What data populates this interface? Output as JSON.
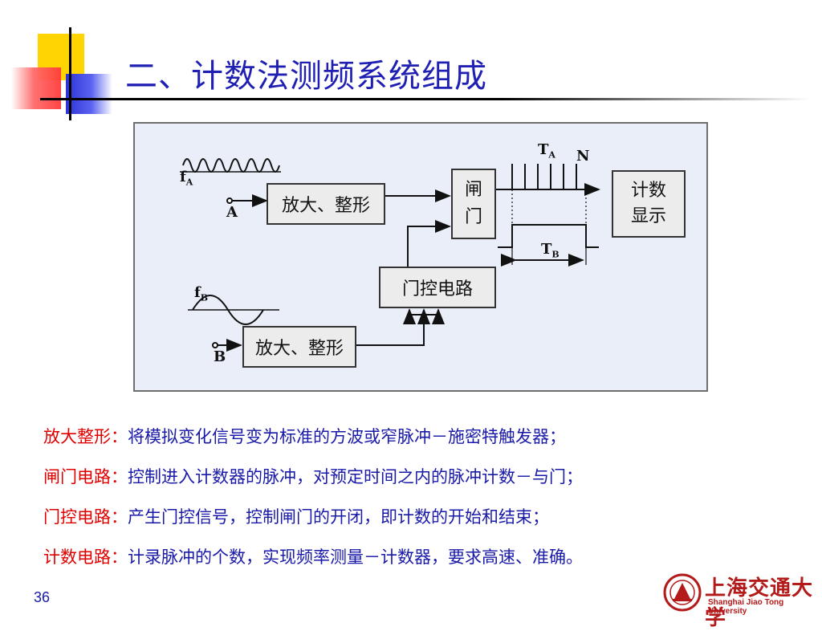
{
  "title": "二、计数法测频系统组成",
  "diagram": {
    "amp_top": "放大、整形",
    "amp_bottom": "放大、整形",
    "gate_line1": "闸",
    "gate_line2": "门",
    "gate_control": "门控电路",
    "display_line1": "计数",
    "display_line2": "显示",
    "label_fA": "f",
    "label_fA_sub": "A",
    "label_A": "A",
    "label_fB": "f",
    "label_fB_sub": "B",
    "label_B": "B",
    "label_TA": "T",
    "label_TA_sub": "A",
    "label_N": "N",
    "label_TB": "T",
    "label_TB_sub": "B"
  },
  "descriptions": [
    {
      "key": "放大整形：",
      "value": "将模拟变化信号变为标准的方波或窄脉冲－施密特触发器；"
    },
    {
      "key": "闸门电路：",
      "value": "控制进入计数器的脉冲，对预定时间之内的脉冲计数－与门；"
    },
    {
      "key": "门控电路：",
      "value": "产生门控信号，控制闸门的开闭，即计数的开始和结束；"
    },
    {
      "key": "计数电路：",
      "value": "计录脉冲的个数，实现频率测量－计数器，要求高速、准确。"
    }
  ],
  "page_number": "36",
  "logo": {
    "name_cn": "上海交通大学",
    "name_en": "Shanghai Jiao Tong University"
  },
  "colors": {
    "title": "#1f1fb3",
    "key_text": "#e00000",
    "value_text": "#1a1aa8",
    "diagram_bg": "#e9eef9"
  }
}
